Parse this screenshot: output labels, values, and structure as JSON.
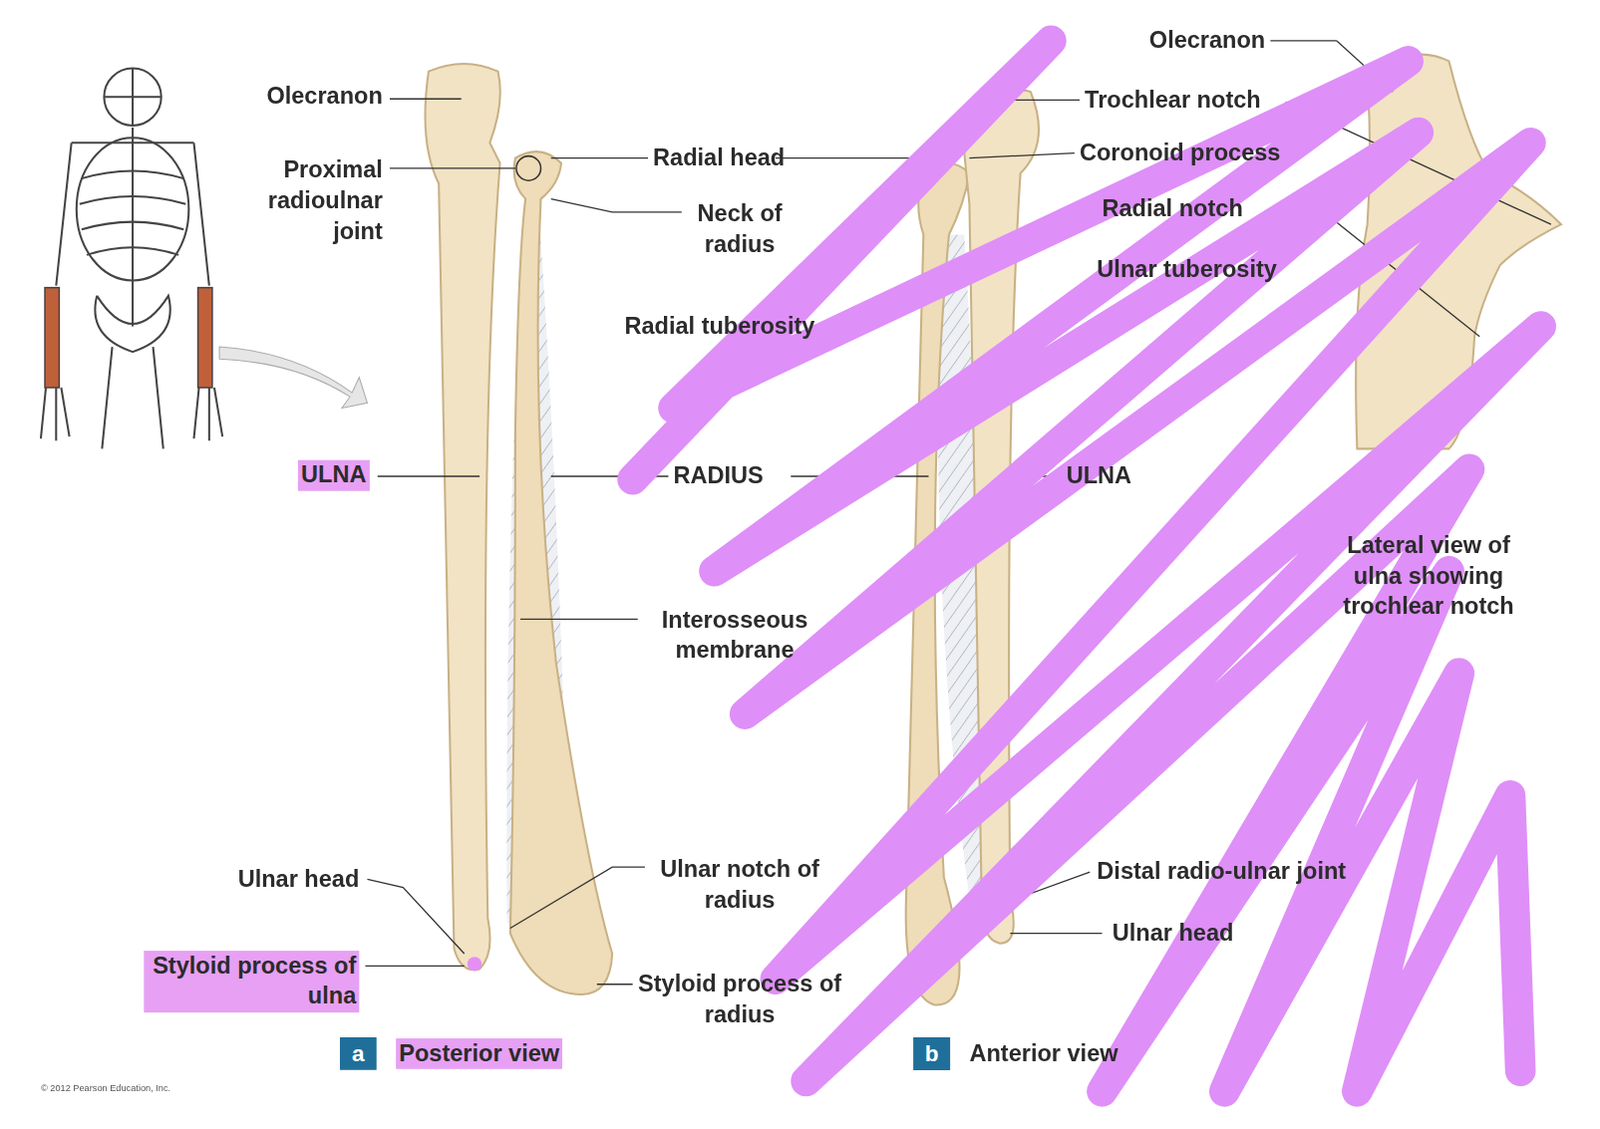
{
  "diagram": {
    "nodes": [
      {
        "text": [
          "a"
        ]
      },
      {
        "text": [
          "b"
        ]
      }
    ],
    "edges": [],
    "labels": [
      "Olecranon",
      "Proximal radioulnar joint",
      "ULNA",
      "Ulnar head",
      "Styloid process of ulna",
      "Posterior view",
      "Radial head",
      "Neck of radius",
      "Radial tuberosity",
      "RADIUS",
      "Interosseous membrane",
      "Ulnar notch of radius",
      "Styloid process of radius",
      "Anterior view",
      "Olecranon",
      "Trochlear notch",
      "Coronoid process",
      "Radial notch",
      "Ulnar tuberosity",
      "ULNA",
      "Distal radio-ulnar joint",
      "Ulnar head",
      "Lateral view of ulna showing trochlear notch",
      "© 2012 Pearson Education, Inc."
    ]
  }
}
